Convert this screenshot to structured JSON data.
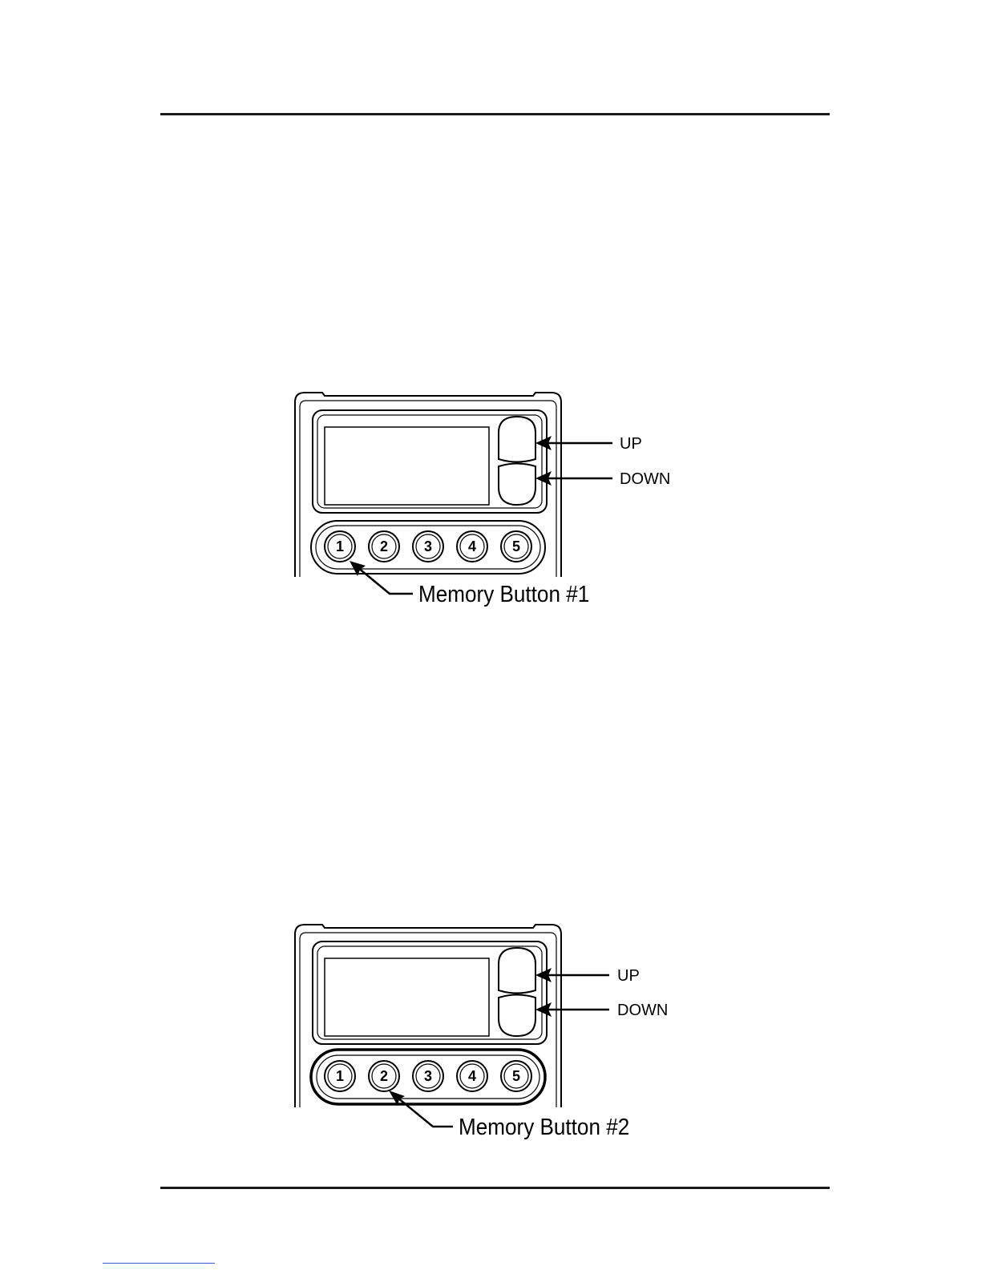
{
  "figures": [
    {
      "up_label": "UP",
      "down_label": "DOWN",
      "callout": "Memory Button #1",
      "buttons": [
        "1",
        "2",
        "3",
        "4",
        "5"
      ],
      "highlighted_button": 1
    },
    {
      "up_label": "UP",
      "down_label": "DOWN",
      "callout": "Memory Button #2",
      "buttons": [
        "1",
        "2",
        "3",
        "4",
        "5"
      ],
      "highlighted_button": 2
    }
  ]
}
